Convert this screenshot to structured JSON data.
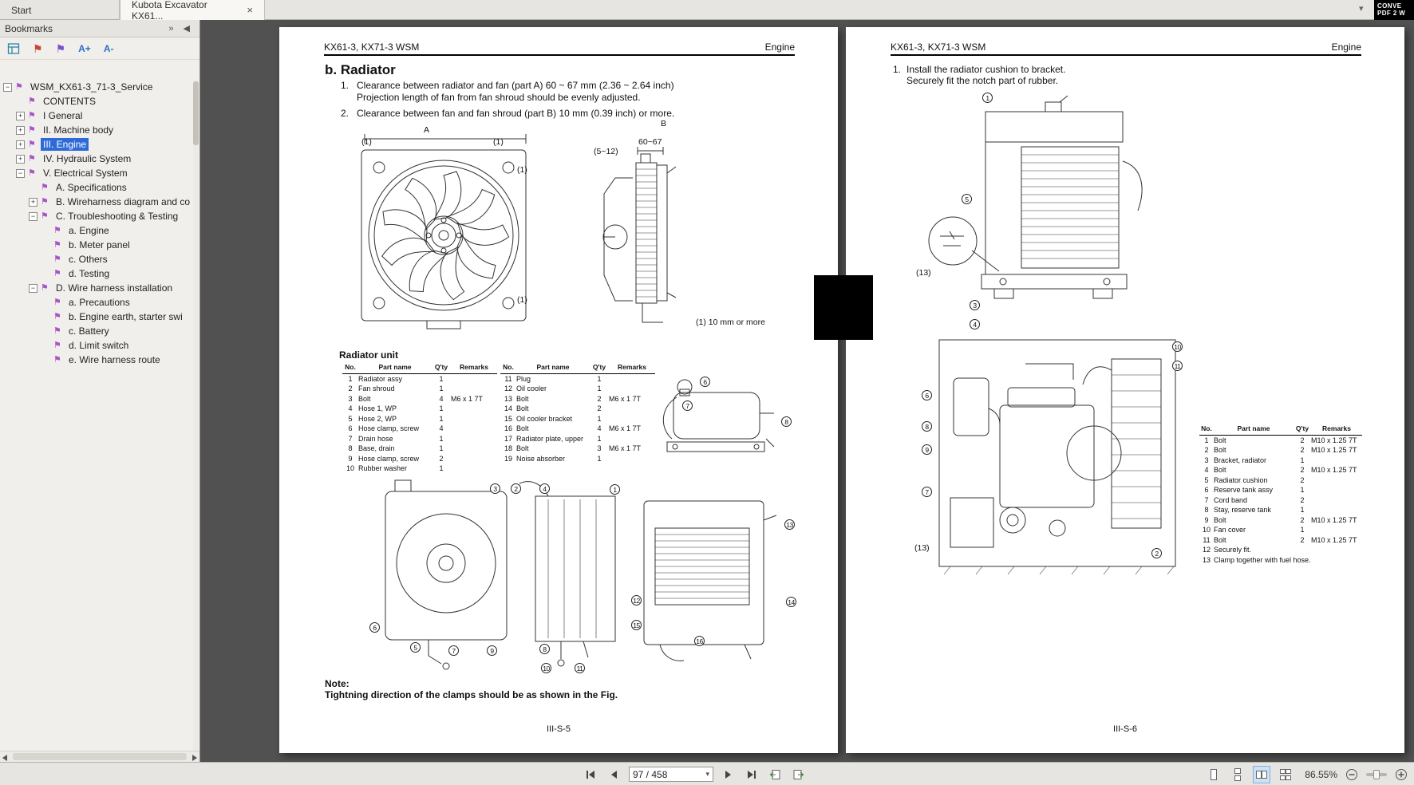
{
  "tab_bar": {
    "tabs": [
      {
        "label": "Start"
      },
      {
        "label": "Kubota Excavator KX61...",
        "close_glyph": "×"
      }
    ],
    "overflow_chevron": "▾",
    "corner_button": {
      "line1": "CONVE",
      "line2": "PDF 2 W"
    }
  },
  "bookmarks": {
    "title": "Bookmarks",
    "header_icons": {
      "expand": "»",
      "collapse": "◀"
    },
    "toolbar": {
      "font_increase": "A+",
      "font_decrease": "A-"
    },
    "flag_glyph": "⚑",
    "expander_plus": "+",
    "expander_minus": "−",
    "tree": [
      {
        "label": "WSM_KX61-3_71-3_Service",
        "level": 0,
        "expander": "minus",
        "selected": false
      },
      {
        "label": "CONTENTS",
        "level": 1,
        "expander": "none",
        "selected": false
      },
      {
        "label": "I General",
        "level": 1,
        "expander": "plus",
        "selected": false
      },
      {
        "label": "II. Machine body",
        "level": 1,
        "expander": "plus",
        "selected": false
      },
      {
        "label": "III. Engine",
        "level": 1,
        "expander": "plus",
        "selected": true
      },
      {
        "label": "IV. Hydraulic System",
        "level": 1,
        "expander": "plus",
        "selected": false
      },
      {
        "label": "V. Electrical System",
        "level": 1,
        "expander": "minus",
        "selected": false
      },
      {
        "label": "A. Specifications",
        "level": 2,
        "expander": "none",
        "selected": false
      },
      {
        "label": "B. Wireharness diagram and co",
        "level": 2,
        "expander": "plus",
        "selected": false
      },
      {
        "label": "C. Troubleshooting & Testing",
        "level": 2,
        "expander": "minus",
        "selected": false
      },
      {
        "label": "a. Engine",
        "level": 3,
        "expander": "none",
        "selected": false
      },
      {
        "label": "b. Meter panel",
        "level": 3,
        "expander": "none",
        "selected": false
      },
      {
        "label": "c. Others",
        "level": 3,
        "expander": "none",
        "selected": false
      },
      {
        "label": "d. Testing",
        "level": 3,
        "expander": "none",
        "selected": false
      },
      {
        "label": "D. Wire harness installation",
        "level": 2,
        "expander": "minus",
        "selected": false
      },
      {
        "label": "a. Precautions",
        "level": 3,
        "expander": "none",
        "selected": false
      },
      {
        "label": "b. Engine earth, starter swi",
        "level": 3,
        "expander": "none",
        "selected": false
      },
      {
        "label": "c. Battery",
        "level": 3,
        "expander": "none",
        "selected": false
      },
      {
        "label": "d. Limit switch",
        "level": 3,
        "expander": "none",
        "selected": false
      },
      {
        "label": "e. Wire harness route",
        "level": 3,
        "expander": "none",
        "selected": false
      }
    ]
  },
  "left_page": {
    "header_left": "KX61-3, KX71-3 WSM",
    "header_right": "Engine",
    "section_heading": "b. Radiator",
    "items": [
      {
        "num": "1.",
        "text": "Clearance between radiator and fan (part A) 60 ~ 67 mm (2.36 ~ 2.64 inch)",
        "text2": "Projection length of fan from fan shroud should be evenly adjusted."
      },
      {
        "num": "2.",
        "text": "Clearance between fan and fan shroud (part B) 10 mm (0.39 inch) or more."
      }
    ],
    "diagram_labels": [
      "A",
      "B",
      "60~67",
      "(5~12)",
      "(1)",
      "(1)",
      "(1)",
      "(1)",
      "(1) 10 mm or more"
    ],
    "table_title": "Radiator unit",
    "table_headers": [
      "No.",
      "Part name",
      "Q'ty",
      "Remarks"
    ],
    "parts_left": [
      [
        "1",
        "Radiator assy",
        "1",
        ""
      ],
      [
        "2",
        "Fan shroud",
        "1",
        ""
      ],
      [
        "3",
        "Bolt",
        "4",
        "M6 x 1  7T"
      ],
      [
        "4",
        "Hose 1, WP",
        "1",
        ""
      ],
      [
        "5",
        "Hose 2, WP",
        "1",
        ""
      ],
      [
        "6",
        "Hose clamp, screw",
        "4",
        ""
      ],
      [
        "7",
        "Drain hose",
        "1",
        ""
      ],
      [
        "8",
        "Base, drain",
        "1",
        ""
      ],
      [
        "9",
        "Hose clamp, screw",
        "2",
        ""
      ],
      [
        "10",
        "Rubber washer",
        "1",
        ""
      ]
    ],
    "parts_right": [
      [
        "11",
        "Plug",
        "1",
        ""
      ],
      [
        "12",
        "Oil cooler",
        "1",
        ""
      ],
      [
        "13",
        "Bolt",
        "2",
        "M6 x 1  7T"
      ],
      [
        "14",
        "Bolt",
        "2",
        ""
      ],
      [
        "15",
        "Oil cooler bracket",
        "1",
        ""
      ],
      [
        "16",
        "Bolt",
        "4",
        "M6 x 1  7T"
      ],
      [
        "17",
        "Radiator plate, upper",
        "1",
        ""
      ],
      [
        "18",
        "Bolt",
        "3",
        "M6 x 1  7T"
      ],
      [
        "19",
        "Noise absorber",
        "1",
        ""
      ]
    ],
    "reserve_callouts": [
      "6",
      "7",
      "8"
    ],
    "lower_callouts": [
      "3",
      "2",
      "4",
      "1",
      "13",
      "6",
      "5",
      "7",
      "9",
      "8",
      "10",
      "11",
      "12",
      "14",
      "15",
      "16"
    ],
    "note_title": "Note:",
    "note_text": "Tightning direction of the clamps should be as shown in the Fig.",
    "page_number": "III-S-5"
  },
  "right_page": {
    "header_left": "KX61-3, KX71-3 WSM",
    "header_right": "Engine",
    "instruction_num": "1.",
    "instruction_line1": "Install the radiator cushion to bracket.",
    "instruction_line2": "Securely fit the notch part of rubber.",
    "upper_callouts": [
      "1",
      "5",
      "(13)",
      "3",
      "4"
    ],
    "lower_callouts": [
      "10",
      "11",
      "6",
      "8",
      "9",
      "7",
      "(13)",
      "2"
    ],
    "table_headers": [
      "No.",
      "Part name",
      "Q'ty",
      "Remarks"
    ],
    "parts": [
      [
        "1",
        "Bolt",
        "2",
        "M10 x 1.25  7T"
      ],
      [
        "2",
        "Bolt",
        "2",
        "M10 x 1.25  7T"
      ],
      [
        "3",
        "Bracket, radiator",
        "1",
        ""
      ],
      [
        "4",
        "Bolt",
        "2",
        "M10 x 1.25  7T"
      ],
      [
        "5",
        "Radiator cushion",
        "2",
        ""
      ],
      [
        "6",
        "Reserve tank assy",
        "1",
        ""
      ],
      [
        "7",
        "Cord band",
        "2",
        ""
      ],
      [
        "8",
        "Stay, reserve tank",
        "1",
        ""
      ],
      [
        "9",
        "Bolt",
        "2",
        "M10 x 1.25  7T"
      ],
      [
        "10",
        "Fan cover",
        "1",
        ""
      ],
      [
        "11",
        "Bolt",
        "2",
        "M10 x 1.25  7T"
      ],
      [
        "12",
        "Securely fit.",
        "",
        ""
      ],
      [
        "13",
        "Clamp together with fuel hose.",
        "",
        ""
      ]
    ],
    "page_number": "III-S-6"
  },
  "status_bar": {
    "page_field": "97 / 458",
    "page_dropdown_glyph": "▾",
    "zoom_label": "86.55%"
  }
}
